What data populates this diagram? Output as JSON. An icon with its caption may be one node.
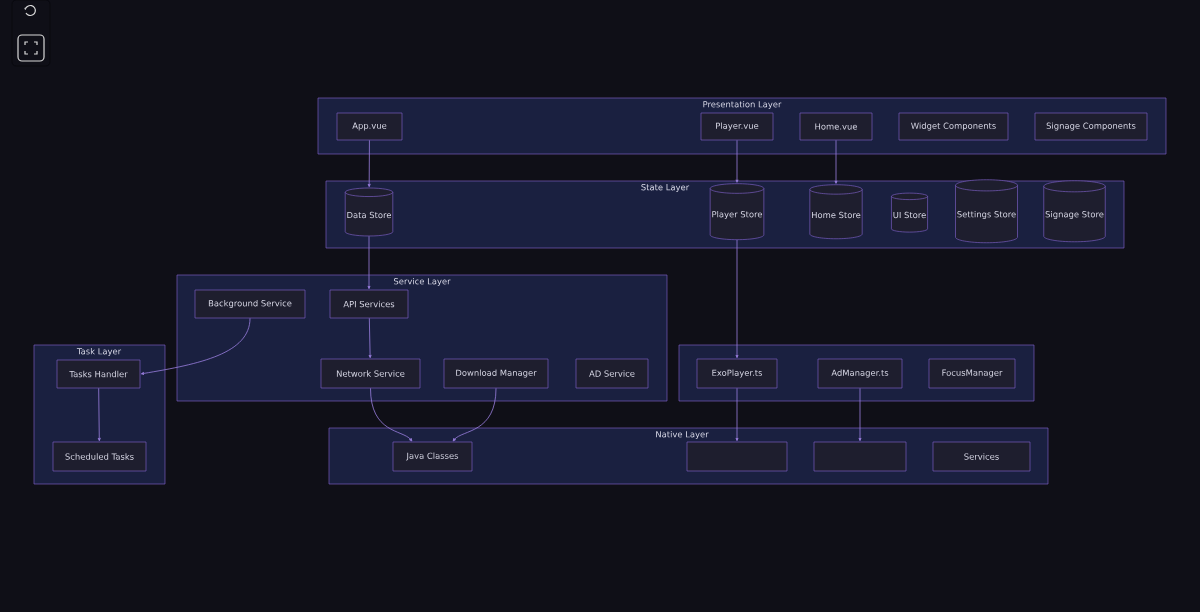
{
  "diagram": {
    "nodes": [
      {
        "text": [
          "Presentation Layer"
        ]
      },
      {
        "text": [
          "App.vue"
        ],
        "in": 0
      },
      {
        "text": [
          "Player.vue"
        ],
        "in": 0
      },
      {
        "text": [
          "Home.vue"
        ],
        "in": 0
      },
      {
        "text": [
          "Widget Components"
        ],
        "in": 0
      },
      {
        "text": [
          "Signage Components"
        ],
        "in": 0
      },
      {
        "text": [
          "State Layer"
        ]
      },
      {
        "text": [
          "Data Store"
        ],
        "in": 6
      },
      {
        "text": [
          "Player Store"
        ],
        "in": 6
      },
      {
        "text": [
          "Home Store"
        ],
        "in": 6
      },
      {
        "text": [
          "UI Store"
        ],
        "in": 6
      },
      {
        "text": [
          "Settings Store"
        ],
        "in": 6
      },
      {
        "text": [
          "Signage Store"
        ],
        "in": 6
      },
      {
        "text": [
          "Service Layer"
        ]
      },
      {
        "text": [
          "Background Service"
        ],
        "in": 13
      },
      {
        "text": [
          "API Services"
        ],
        "in": 13
      },
      {
        "text": [
          "Network Service"
        ],
        "in": 13
      },
      {
        "text": [
          "Download Manager"
        ],
        "in": 13
      },
      {
        "text": [
          "AD Service"
        ],
        "in": 13
      },
      {
        "text": [
          "Task Layer"
        ]
      },
      {
        "text": [
          "Tasks Handler"
        ],
        "in": 19
      },
      {
        "text": [
          "Scheduled Tasks"
        ],
        "in": 19
      },
      {
        "text": [],
        "shape": "box"
      },
      {
        "text": [
          "ExoPlayer.ts"
        ],
        "in": 22
      },
      {
        "text": [
          "AdManager.ts"
        ],
        "in": 22
      },
      {
        "text": [
          "FocusManager"
        ],
        "in": 22
      },
      {
        "text": [
          "Native Layer"
        ]
      },
      {
        "text": [
          "Java Classes"
        ],
        "in": 26
      },
      {
        "text": [],
        "shape": "box",
        "in": 26
      },
      {
        "text": [],
        "shape": "box",
        "in": 26
      },
      {
        "text": [
          "Services"
        ],
        "in": 26
      }
    ],
    "edges": [
      {
        "from": 1,
        "to": 7,
        "arrow": "to"
      },
      {
        "from": 2,
        "to": 8,
        "arrow": "to"
      },
      {
        "from": 3,
        "to": 9,
        "arrow": "to"
      },
      {
        "from": 7,
        "to": 15,
        "arrow": "to"
      },
      {
        "from": 8,
        "to": 23,
        "arrow": "to"
      },
      {
        "from": 14,
        "to": 20,
        "arrow": "to"
      },
      {
        "from": 15,
        "to": 16,
        "arrow": "to"
      },
      {
        "from": 16,
        "to": 27,
        "arrow": "to"
      },
      {
        "from": 17,
        "to": 27,
        "arrow": "to"
      },
      {
        "from": 20,
        "to": 21,
        "arrow": "to"
      },
      {
        "from": 23,
        "to": 28,
        "arrow": "to"
      },
      {
        "from": 24,
        "to": 29,
        "arrow": "to"
      }
    ]
  }
}
